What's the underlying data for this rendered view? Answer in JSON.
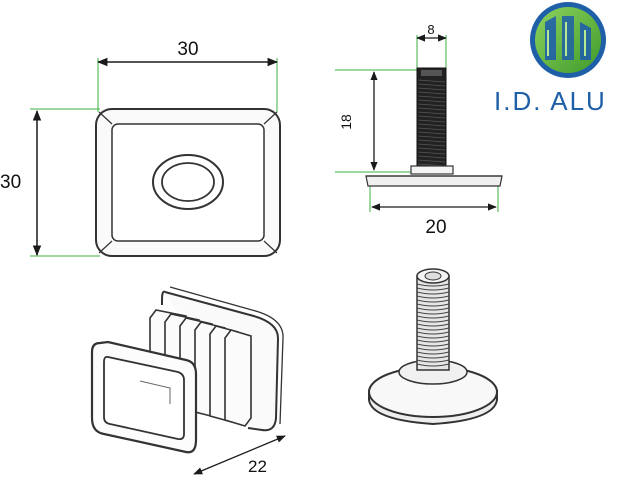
{
  "dimensions": {
    "cap_width": "30",
    "cap_height": "30",
    "thread_width": "8",
    "thread_length": "18",
    "base_diameter": "20",
    "insert_depth": "22"
  },
  "brand": {
    "name": "I.D. ALU",
    "colors": {
      "logo_outer": "#1f5fa8",
      "logo_inner": "#5fb83a",
      "text": "#1f5fa8"
    }
  },
  "colors": {
    "dimension_line": "#1a1a1a",
    "extension_line": "#3cb043",
    "part_outline": "#333333",
    "thread_dark": "#111111"
  }
}
